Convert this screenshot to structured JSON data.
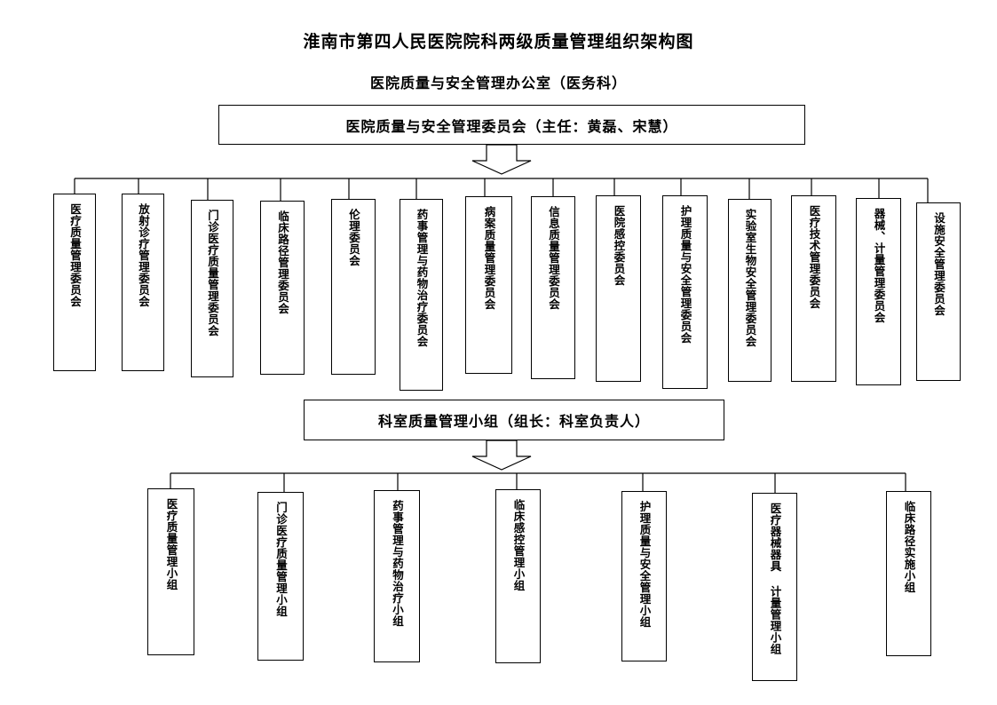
{
  "title": "淮南市第四人民医院院科两级质量管理组织架构图",
  "office": "医院质量与安全管理办公室（医务科）",
  "committee": "医院质量与安全管理委员会（主任：黄磊、宋慧）",
  "committees": [
    "医疗质量管理委员会",
    "放射诊疗管理委员会",
    "门诊医疗质量管理委员会",
    "临床路径管理委员会",
    "伦理委员会",
    "药事管理与药物治疗委员会",
    "病案质量管理委员会",
    "信息质量管理委员会",
    "医院感控委员会",
    "护理质量与安全管理委员会",
    "实验室生物安全管理委员会",
    "医疗技术管理委员会",
    "器械、计量管理委员会",
    "设施安全管理委员会"
  ],
  "dept_group": "科室质量管理小组（组长：科室负责人）",
  "groups": [
    "医疗质量管理小组",
    "门诊医疗质量管理小组",
    "药事管理与药物治疗小组",
    "临床感控管理小组",
    "护理质量与安全管理小组",
    "医疗器械器具 计量管理小组",
    "临床路径实施小组"
  ]
}
